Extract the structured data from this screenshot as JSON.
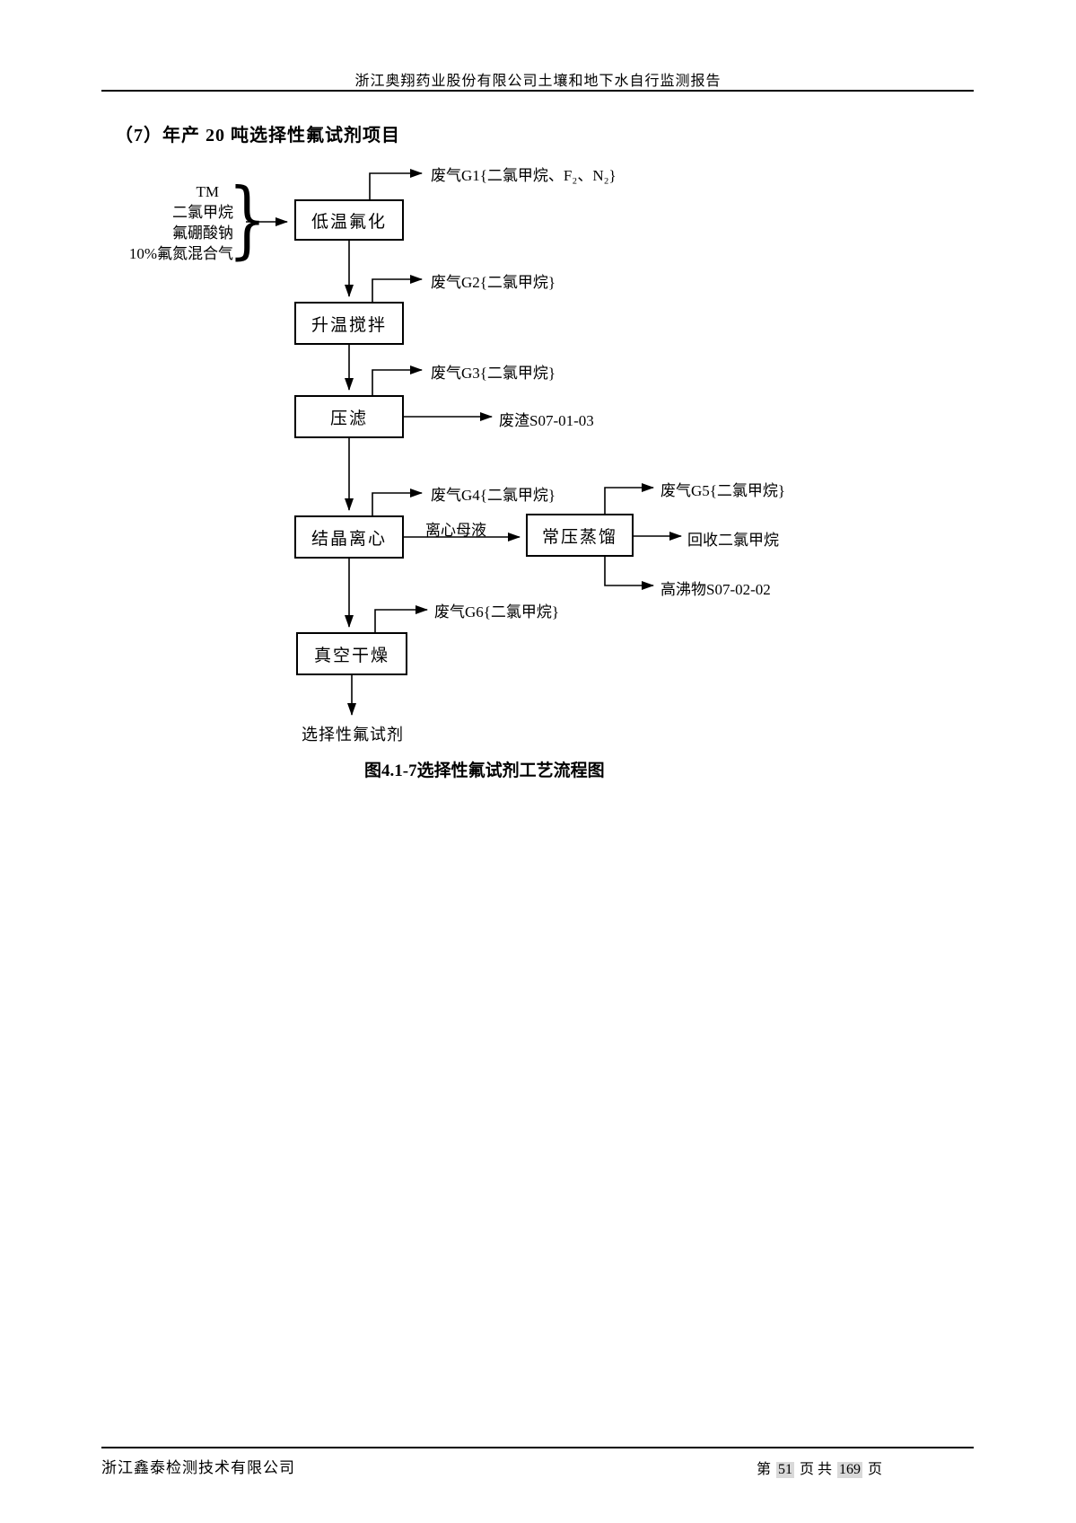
{
  "header": {
    "title": "浙江奥翔药业股份有限公司土壤和地下水自行监测报告"
  },
  "section": {
    "heading": "（7）年产 20 吨选择性氟试剂项目",
    "caption": "图4.1-7选择性氟试剂工艺流程图"
  },
  "flowchart": {
    "inputs": {
      "tm": "TM",
      "dcm": "二氯甲烷",
      "sodium_fluoroborate": "氟硼酸钠",
      "fn_mixed_gas": "10%氟氮混合气",
      "brace": "}"
    },
    "steps": {
      "step1": "低温氟化",
      "step2": "升温搅拌",
      "step3": "压滤",
      "step4": "结晶离心",
      "step5": "常压蒸馏",
      "step6": "真空干燥"
    },
    "labels": {
      "gas_g1": "废气G1{二氯甲烷、F₂、N₂}",
      "gas_g2": "废气G2{二氯甲烷}",
      "gas_g3": "废气G3{二氯甲烷}",
      "slag": "废渣S07-01-03",
      "gas_g4": "废气G4{二氯甲烷}",
      "mother_liquor": "离心母液",
      "gas_g5": "废气G5{二氯甲烷}",
      "recovered_dcm": "回收二氯甲烷",
      "high_boiler": "高沸物S07-02-02",
      "gas_g6": "废气G6{二氯甲烷}",
      "product": "选择性氟试剂"
    }
  },
  "footer": {
    "company": "浙江鑫泰检测技术有限公司",
    "page": {
      "prefix": "第",
      "current": "51",
      "middle": "页 共",
      "total": "169",
      "suffix": "页"
    }
  }
}
